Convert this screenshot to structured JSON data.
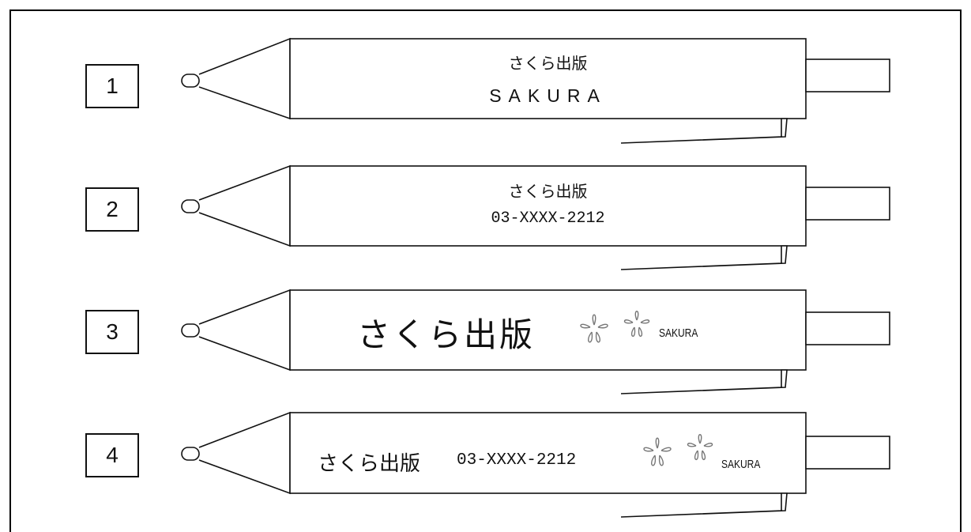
{
  "pens": [
    {
      "number": "1",
      "line1": "さくら出版",
      "line2": "SAKURA"
    },
    {
      "number": "2",
      "line1": "さくら出版",
      "line2": "03-XXXX-2212"
    },
    {
      "number": "3",
      "company": "さくら出版",
      "brand": "SAKURA",
      "icon": "sakura-flower-icon"
    },
    {
      "number": "4",
      "company": "さくら出版",
      "phone": "03-XXXX-2212",
      "brand": "SAKURA",
      "icon": "sakura-flower-icon"
    }
  ],
  "colors": {
    "line": "#111111",
    "flower": "#777777"
  }
}
